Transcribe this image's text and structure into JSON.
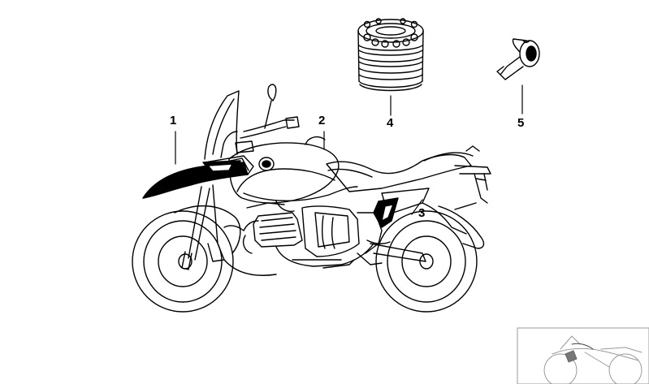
{
  "callouts": [
    {
      "id": "1",
      "label": "1"
    },
    {
      "id": "2",
      "label": "2"
    },
    {
      "id": "3",
      "label": "3"
    },
    {
      "id": "4",
      "label": "4"
    },
    {
      "id": "5",
      "label": "5"
    }
  ],
  "colors": {
    "line": "#000000",
    "background": "#ffffff",
    "thumbnail_border": "#9a9a9a",
    "thumbnail_highlight": "#e0e0e0"
  }
}
